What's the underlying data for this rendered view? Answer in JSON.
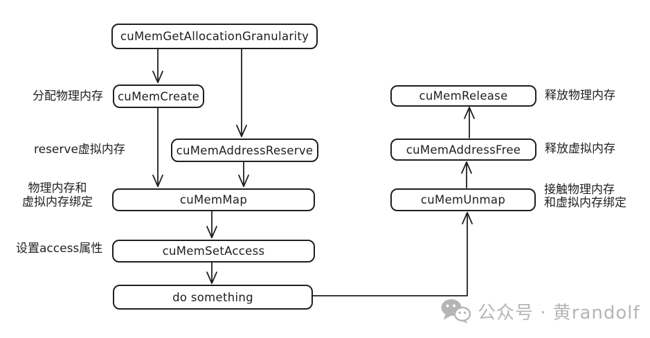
{
  "colors": {
    "ink": "#1e1e1e",
    "box_fill": "#ffffff",
    "background": "#ffffff",
    "watermark_gray": "#b5b5b5"
  },
  "diagram": {
    "nodes": {
      "granularity": "cuMemGetAllocationGranularity",
      "create": "cuMemCreate",
      "address_reserve": "cuMemAddressReserve",
      "map": "cuMemMap",
      "set_access": "cuMemSetAccess",
      "do_something": "do something",
      "release": "cuMemRelease",
      "address_free": "cuMemAddressFree",
      "unmap": "cuMemUnmap"
    },
    "annotations": {
      "alloc_physical": "分配物理内存",
      "reserve_virtual": "reserve虚拟内存",
      "bind_line1": "物理内存和",
      "bind_line2": "虚拟内存绑定",
      "set_access": "设置access属性",
      "release_physical": "释放物理内存",
      "release_virtual": "释放虚拟内存",
      "unbind_line1": "接触物理内存",
      "unbind_line2": "和虚拟内存绑定"
    }
  },
  "watermark": {
    "icon": "wechat-bubbles-icon",
    "text": "公众号 · 黄randolf"
  }
}
